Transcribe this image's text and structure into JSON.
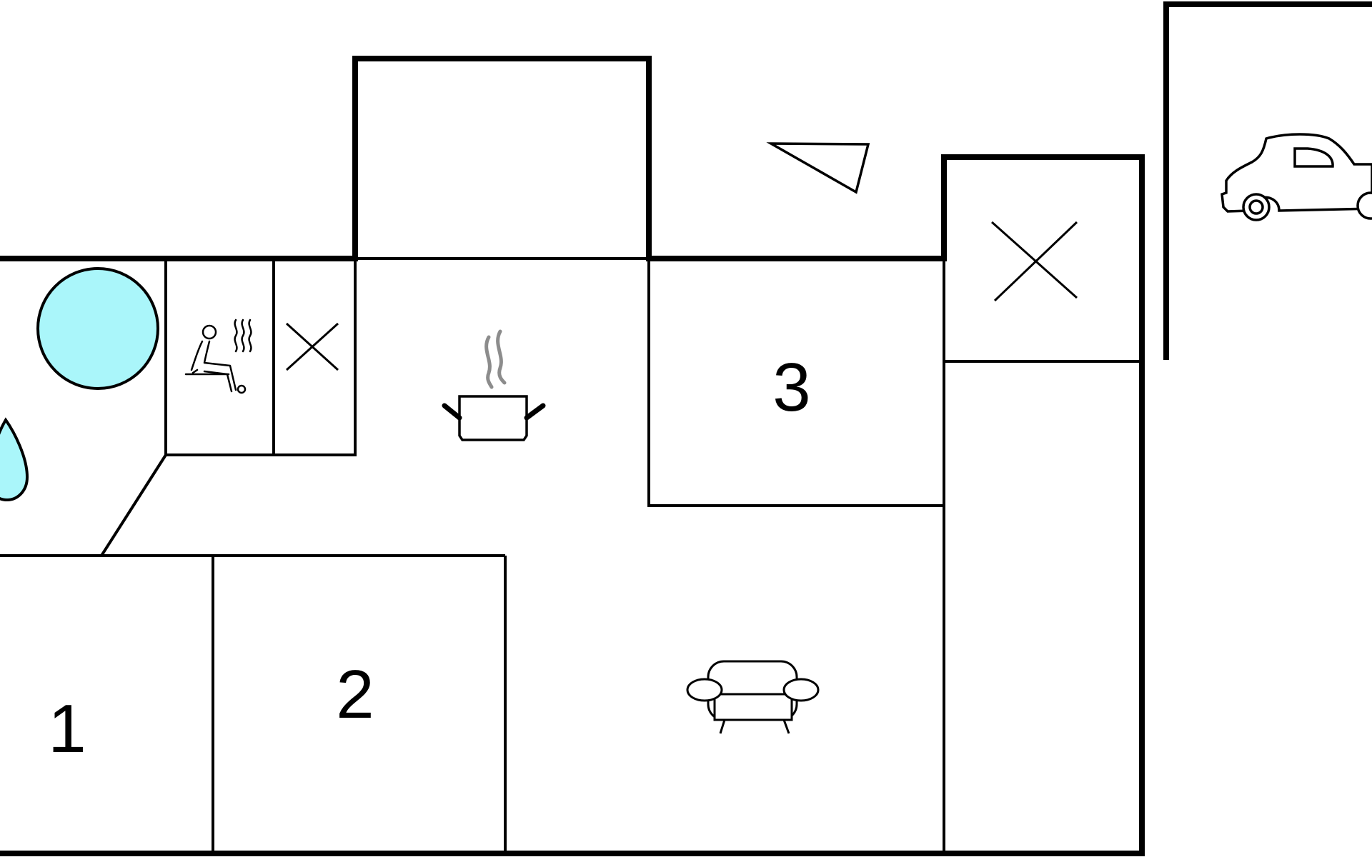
{
  "floorplan": {
    "rooms": [
      {
        "id": "bedroom-1",
        "label": "1"
      },
      {
        "id": "bedroom-2",
        "label": "2"
      },
      {
        "id": "bedroom-3",
        "label": "3"
      }
    ],
    "icons": [
      "hot-tub-icon",
      "shower-icon",
      "sauna-icon",
      "toilet-cross-icon",
      "kitchen-pot-icon",
      "sofa-icon",
      "terrace-marker-icon",
      "carport-car-icon"
    ],
    "colors": {
      "wall": "#000000",
      "water": "#aaf6fa",
      "steam": "#8c8c8c",
      "background": "#ffffff"
    }
  }
}
